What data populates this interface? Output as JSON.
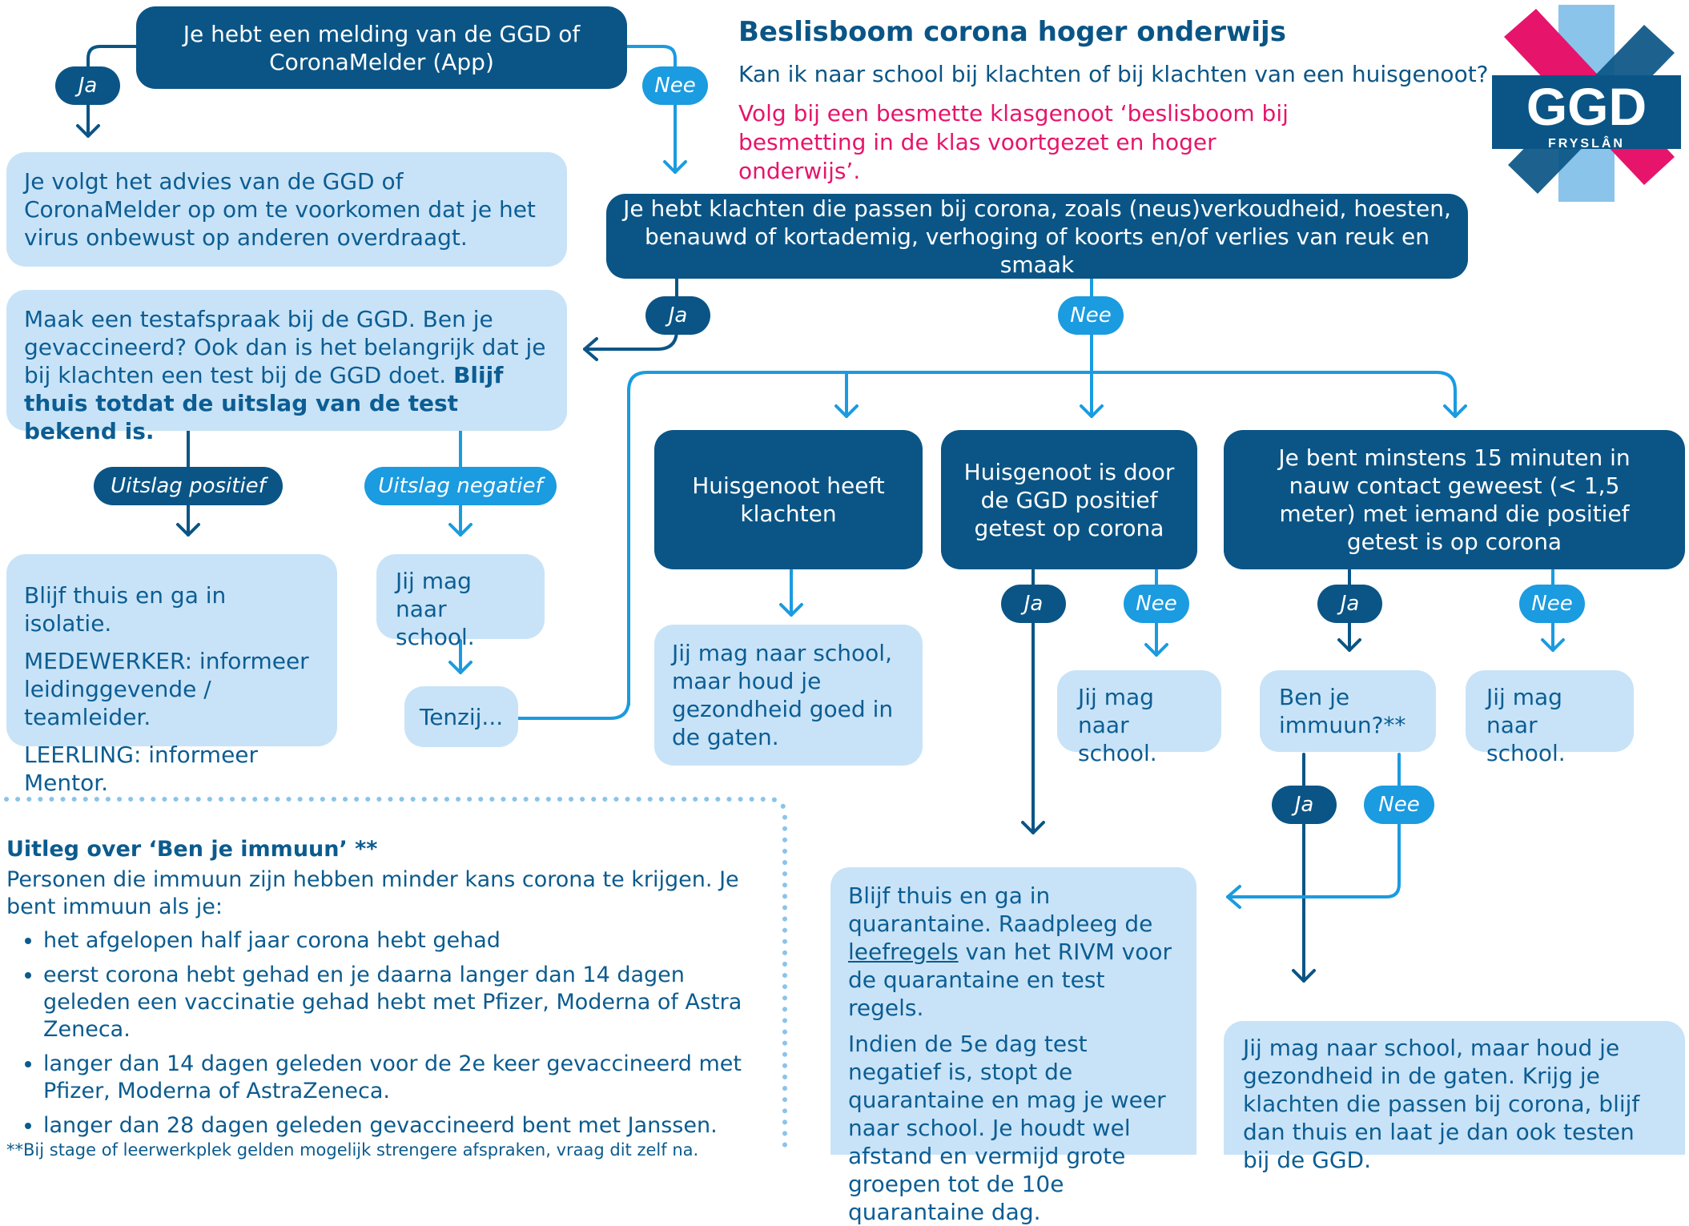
{
  "header": {
    "title": "Beslisboom corona hoger onderwijs",
    "subtitle": "Kan ik naar school bij klachten of bij klachten van een huisgenoot?",
    "warning": "Volg bij een besmette klasgenoot ‘beslisboom bij besmetting in de klas voortgezet en hoger onderwijs’."
  },
  "logo": {
    "text": "GGD",
    "sub": "FRYSLÂN",
    "colors": [
      "#e6156b",
      "#0a5586",
      "#8ac4ea"
    ]
  },
  "nodes": {
    "melding": "Je hebt een melding van de GGD of CoronaMelder (App)",
    "advies": "Je volgt het advies van de GGD of CoronaMelder op om te voorkomen dat je het virus onbewust op anderen overdraagt.",
    "klachten": "Je hebt klachten die passen bij corona, zoals (neus)verkoudheid, hoesten, benauwd of kortademig, verhoging of koorts en/of verlies van reuk en smaak",
    "test_normal": "Maak een testafspraak bij de GGD. Ben je gevaccineerd? Ook dan is het belangrijk dat je bij klachten een test bij de GGD doet.",
    "test_bold": "Blijf thuis totdat de uitslag van de test bekend is.",
    "isolatie_1": "Blijf thuis en ga in isolatie.",
    "isolatie_2": "MEDEWERKER: informeer leidinggevende / teamleider.",
    "isolatie_3": "LEERLING: informeer Mentor.",
    "mag_school_1": "Jij mag naar school.",
    "tenzij": "Tenzij...",
    "huisgenoot_klachten": "Huisgenoot heeft klachten",
    "huisgenoot_positief": "Huisgenoot is door de GGD positief getest op corona",
    "contact": "Je bent minstens 15 minuten in nauw contact geweest (< 1,5 meter) met iemand die positief getest is op corona",
    "houd_gezondheid": "Jij mag naar school, maar houd je gezondheid goed in de gaten.",
    "mag_school_2": "Jij mag naar school.",
    "immuun": "Ben je immuun?**",
    "mag_school_3": "Jij mag naar school.",
    "quarantaine_pre": "Blijf thuis en ga in quarantaine. Raadpleeg de",
    "quarantaine_link": "leefregels",
    "quarantaine_post": "van het RIVM voor de quarantaine en test regels.",
    "quarantaine_2": "Indien de 5e dag test negatief is, stopt de quarantaine en mag je weer naar school. Je houdt wel afstand en vermijd grote groepen tot de 10e quarantaine dag.",
    "final": "Jij mag naar school, maar houd je gezondheid in de gaten. Krijg je klachten die passen bij corona, blijf dan thuis en laat je dan ook testen bij de GGD."
  },
  "labels": {
    "ja": "Ja",
    "nee": "Nee",
    "uitslag_positief": "Uitslag positief",
    "uitslag_negatief": "Uitslag negatief"
  },
  "explanation": {
    "title": "Uitleg over ‘Ben je immuun’ **",
    "intro": "Personen die immuun zijn hebben minder kans corona te krijgen. Je bent immuun als je:",
    "items": [
      "het afgelopen half jaar corona hebt gehad",
      "eerst corona hebt gehad en je daarna langer dan 14 dagen geleden een vaccinatie gehad hebt met Pfizer, Moderna of Astra Zeneca.",
      "langer dan 14 dagen geleden voor de 2e keer gevaccineerd met Pfizer, Moderna of AstraZeneca.",
      "langer dan 28 dagen geleden gevaccineerd bent met Janssen."
    ],
    "footnote": "**Bij stage of leerwerkplek gelden mogelijk strengere afspraken, vraag dit zelf na."
  }
}
